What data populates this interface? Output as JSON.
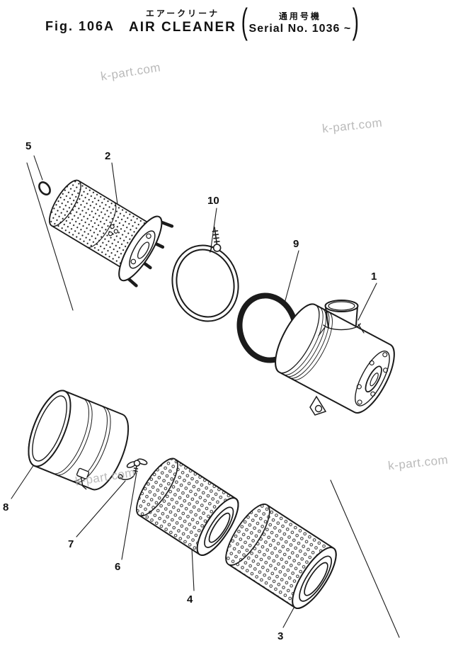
{
  "header": {
    "fig_label": "Fig. 106A",
    "title_jp": "エアークリーナ",
    "title_en": "AIR CLEANER",
    "paren_open": "(",
    "paren_close": ")",
    "serial_jp": "通用号機",
    "serial_en": "Serial No. 1036 ~"
  },
  "watermark": {
    "text": "k-part.com"
  },
  "callouts": [
    {
      "label": "5"
    },
    {
      "label": "2"
    },
    {
      "label": "10"
    },
    {
      "label": "9"
    },
    {
      "label": "1"
    },
    {
      "label": "8"
    },
    {
      "label": "7"
    },
    {
      "label": "6"
    },
    {
      "label": "4"
    },
    {
      "label": "3"
    }
  ]
}
